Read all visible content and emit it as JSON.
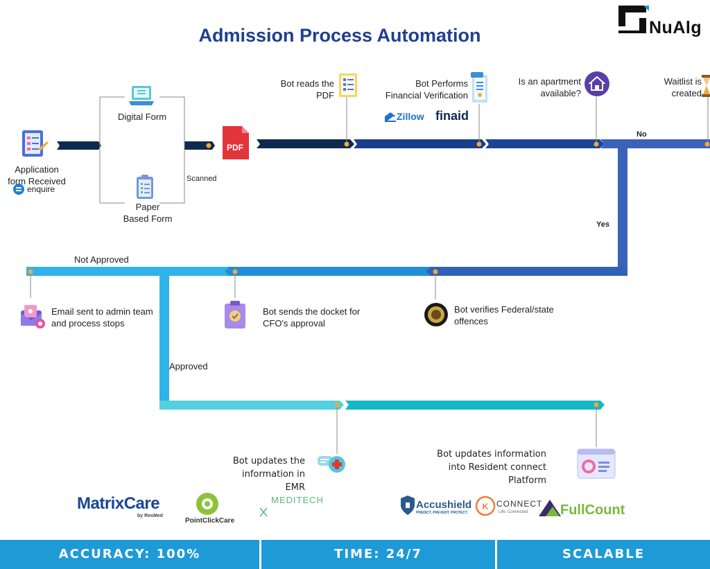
{
  "title": "Admission Process Automation",
  "logo": {
    "text": "NuAlg"
  },
  "steps": {
    "application": "Application form Received",
    "enquire": "enquire",
    "digital_form": "Digital Form",
    "paper_form": "Paper Based Form",
    "scanned": "Scanned",
    "pdf_icon": "PDF",
    "reads_pdf": "Bot reads the PDF",
    "financial": "Bot Performs Financial Verification",
    "apartment": "Is an apartment available?",
    "waitlist": "Waitlist is created",
    "no": "No",
    "yes": "Yes",
    "not_approved": "Not Approved",
    "email": "Email sent to admin team and process stops",
    "docket": "Bot sends the docket for CFO's approval",
    "offences": "Bot verifies Federal/state offences",
    "approved": "Approved",
    "emr": "Bot updates the information in EMR",
    "resident": "Bot updates information into Resident connect Platform"
  },
  "partners": {
    "zillow": "Zillow",
    "finaid": "finaid",
    "matrixcare": "MatrixCare",
    "resmed": "by ResMed",
    "pointclickcare": "PointClickCare",
    "meditech": "MEDITECH",
    "accushield": "Accushield",
    "accushield_tag": "PREDICT. PREVENT. PROTECT.",
    "connect": "CONNECT",
    "connect_tag": "Life. Connected.",
    "fullcount": "FullCount"
  },
  "footer": {
    "accuracy": "ACCURACY: 100%",
    "time": "TIME: 24/7",
    "scalable": "SCALABLE"
  },
  "colors": {
    "navy": "#0e2a4e",
    "blue": "#1a3f8e",
    "mid_blue": "#3a62b8",
    "sky": "#1e9ad6",
    "light_sky": "#2fb3ea",
    "cyan": "#52d0e0",
    "teal": "#16b7c4",
    "dot": "#f3a93a",
    "footer": "#1e9ad6"
  },
  "icons": [
    "document-scroll-icon",
    "laptop-icon",
    "clipboard-icon",
    "pdf-file-icon",
    "checklist-icon",
    "invoice-icon",
    "home-icon",
    "hourglass-icon",
    "email-icon",
    "approval-docket-icon",
    "badge-icon",
    "medical-chat-icon",
    "dashboard-window-icon"
  ]
}
